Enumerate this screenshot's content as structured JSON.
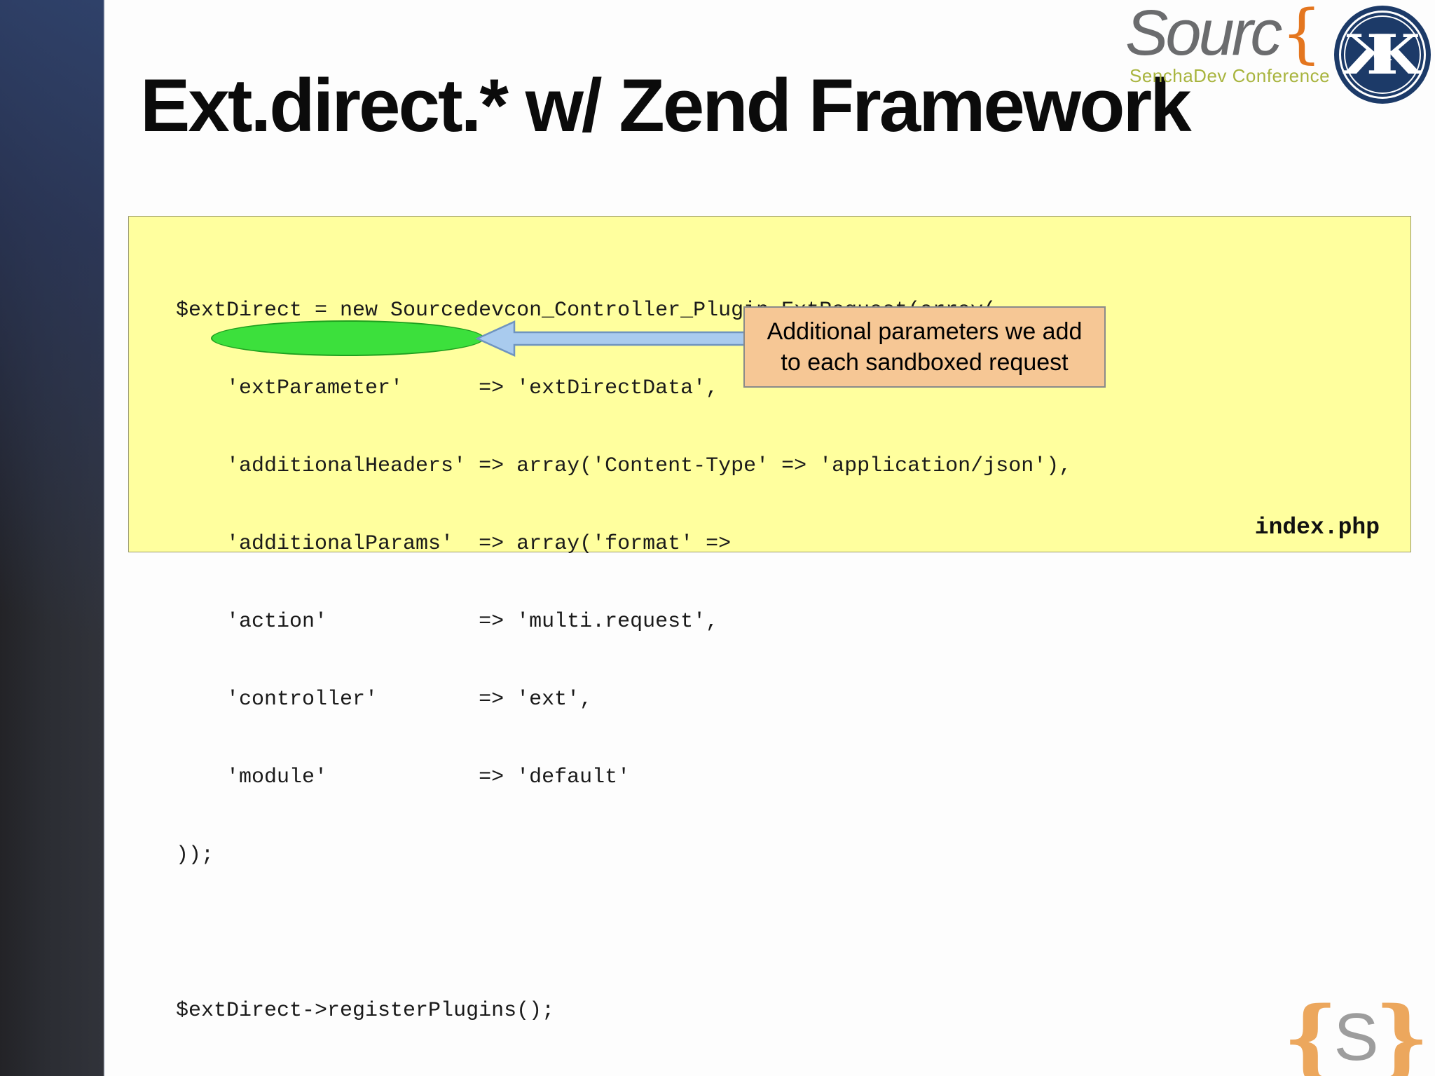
{
  "slide": {
    "title": "Ext.direct.* w/ Zend Framework"
  },
  "brand": {
    "wordmark": "Sourc",
    "brace": "{",
    "tagline": "SenchaDev Conference"
  },
  "kk_logo": {
    "left_letter": "K",
    "ampersand": "&",
    "right_letter": "K"
  },
  "code_panel": {
    "filename": "index.php",
    "highlighted_token": "'additionalParams'",
    "lines": [
      "$extDirect = new Sourcedevcon_Controller_Plugin_ExtRequest(array(",
      "    'extParameter'      => 'extDirectData',",
      "    'additionalHeaders' => array('Content-Type' => 'application/json'),",
      "    'additionalParams'  => array('format' =>",
      "    'action'            => 'multi.request',",
      "    'controller'        => 'ext',",
      "    'module'            => 'default'",
      "));",
      "",
      "$extDirect->registerPlugins();"
    ]
  },
  "callout": {
    "line1": "Additional parameters we add",
    "line2": "to each sandboxed request"
  },
  "footer_logo": {
    "open_brace": "{",
    "letter": "S",
    "close_brace": "}"
  },
  "colors": {
    "panel_bg": "#ffff9e",
    "panel_border": "#9a9a6a",
    "highlight_green": "#3ce03c",
    "highlight_green_border": "#1fa01f",
    "arrow_fill": "#a9cbee",
    "arrow_border": "#6f94c0",
    "callout_bg": "#f6c795",
    "callout_border": "#8a8a8a",
    "brand_gray": "#6b6c6e",
    "brand_orange": "#e4761f",
    "tagline_green": "#a8b43e",
    "kk_navy": "#1c3a68",
    "s_brace_orange": "#eca75d",
    "s_letter_gray": "#9d9d9d"
  }
}
